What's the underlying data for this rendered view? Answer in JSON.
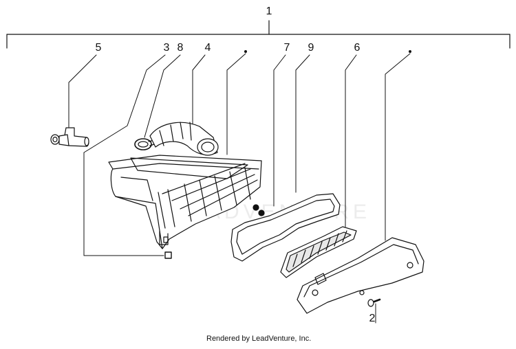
{
  "callouts": {
    "c1": "1",
    "c2": "2",
    "c3": "3",
    "c4": "4",
    "c5": "5",
    "c6": "6",
    "c7": "7",
    "c8": "8",
    "c9": "9"
  },
  "watermark": "ADVENTURE",
  "credit": "Rendered by LeadVenture, Inc."
}
